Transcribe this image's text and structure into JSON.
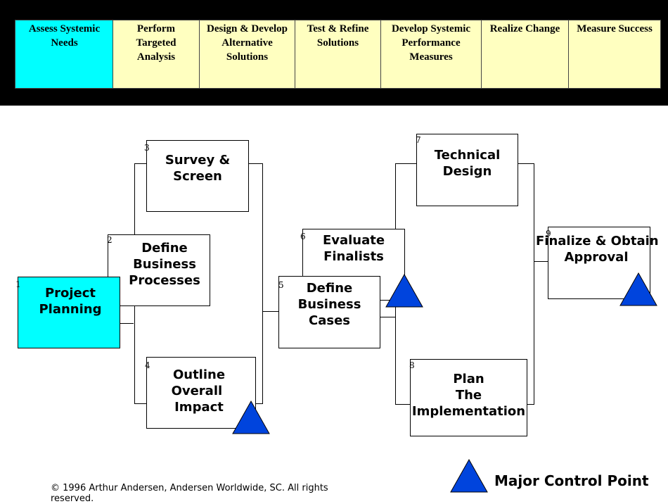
{
  "colors": {
    "active_phase": "#00ffff",
    "inactive_phase": "#ffffc0",
    "active_step": "#00ffff",
    "control_point": "#0044dd",
    "header_background": "#000000"
  },
  "phases": [
    {
      "label": "Assess Systemic Needs",
      "lines": [
        "Assess Systemic",
        "Needs"
      ],
      "active": true
    },
    {
      "label": "Perform Targeted Analysis",
      "lines": [
        "Perform",
        "Targeted",
        "Analysis"
      ],
      "active": false
    },
    {
      "label": "Design & Develop Alternative Solutions",
      "lines": [
        "Design & Develop",
        "Alternative",
        "Solutions"
      ],
      "active": false
    },
    {
      "label": "Test & Refine Solutions",
      "lines": [
        "Test & Refine",
        "Solutions"
      ],
      "active": false
    },
    {
      "label": "Develop Systemic Performance Measures",
      "lines": [
        "Develop Systemic",
        "Performance",
        "Measures"
      ],
      "active": false
    },
    {
      "label": "Realize Change",
      "lines": [
        "Realize Change"
      ],
      "active": false
    },
    {
      "label": "Measure Success",
      "lines": [
        "Measure Success"
      ],
      "active": false
    }
  ],
  "steps": {
    "project_planning": {
      "number": "1",
      "label": "Project\nPlanning"
    },
    "define_processes": {
      "number": "2",
      "label": "Define\nBusiness\nProcesses"
    },
    "survey_screen": {
      "number": "3",
      "label": "Survey &\nScreen"
    },
    "outline_impact": {
      "number": "4",
      "label": "Outline\nOverall \nImpact"
    },
    "define_cases": {
      "number": "5",
      "label": "Define\nBusiness\nCases"
    },
    "evaluate_finalists": {
      "number": "6",
      "label": "Evaluate\nFinalists"
    },
    "technical_design": {
      "number": "7",
      "label": "Technical\nDesign"
    },
    "plan_implementation": {
      "number": "8",
      "label": "Plan\nThe\nImplementation"
    },
    "finalize_approval": {
      "number": "9",
      "label": "Finalize & Obtain\nApproval"
    }
  },
  "legend": {
    "icon": "triangle-icon",
    "label": "Major Control Point"
  },
  "footer": {
    "copyright": "© 1996 Arthur Andersen, Andersen Worldwide, SC. All rights reserved."
  }
}
